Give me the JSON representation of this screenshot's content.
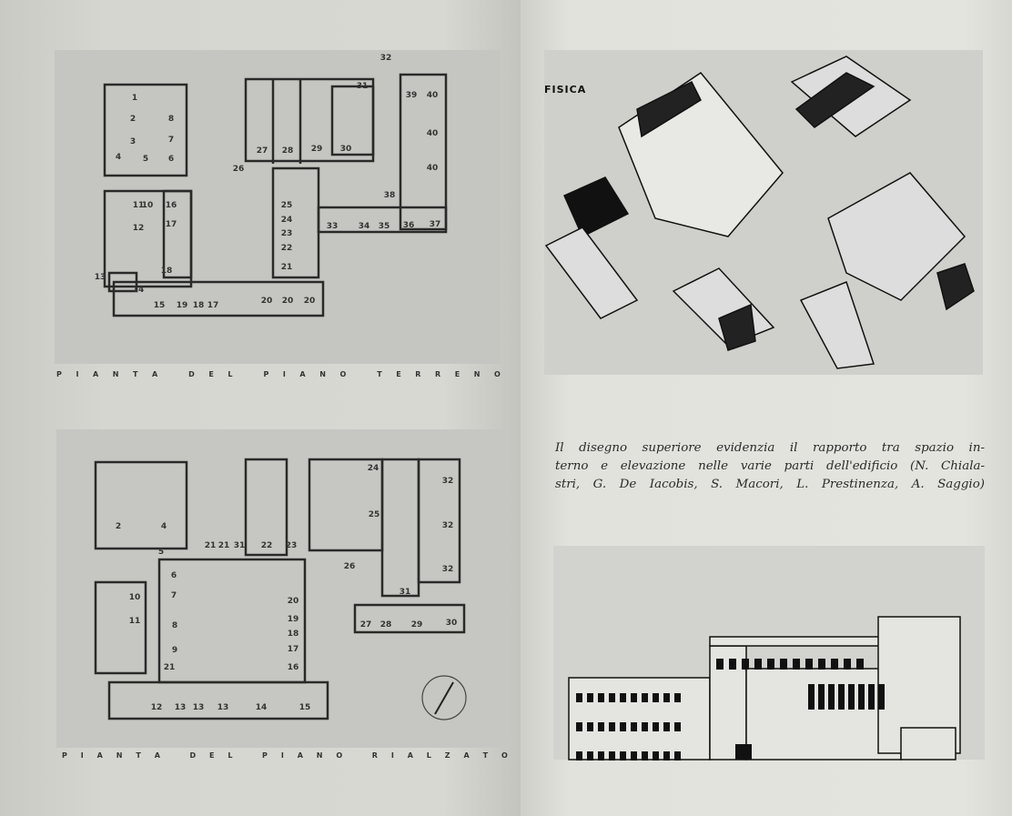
{
  "left_page": {
    "plan_top": {
      "caption": "PIANTA DEL PIANO TERRENO",
      "room_numbers": [
        "1",
        "2",
        "8",
        "3",
        "7",
        "4",
        "5",
        "6",
        "11",
        "10",
        "16",
        "12",
        "17",
        "18",
        "13",
        "14",
        "15",
        "19",
        "18",
        "17",
        "20",
        "20",
        "20",
        "21",
        "22",
        "23",
        "24",
        "25",
        "26",
        "27",
        "28",
        "29",
        "30",
        "31",
        "32",
        "33",
        "34",
        "35",
        "36",
        "37",
        "38",
        "39",
        "40",
        "40",
        "40"
      ]
    },
    "plan_bottom": {
      "caption": "PIANTA DEL PIANO RIALZATO",
      "room_numbers": [
        "2",
        "4",
        "5",
        "21",
        "21",
        "31",
        "22",
        "23",
        "24",
        "25",
        "26",
        "31",
        "32",
        "32",
        "32",
        "6",
        "7",
        "10",
        "11",
        "8",
        "9",
        "21",
        "20",
        "19",
        "18",
        "17",
        "16",
        "12",
        "13",
        "13",
        "13",
        "14",
        "15",
        "27",
        "28",
        "29",
        "30"
      ]
    }
  },
  "right_page": {
    "axonometric_label": "FISICA",
    "caption_lines": [
      "Il disegno superiore evidenzia il rapporto tra spazio in-",
      "terno e elevazione nelle varie parti dell'edificio (N. Chiala-",
      "stri, G. De Iacobis, S. Macori, L. Prestinenza, A. Saggio)"
    ]
  },
  "colors": {
    "plate": "#c6c6c2",
    "ink": "#1a1a1a",
    "paper_left": "#d6d6d0",
    "paper_right": "#e3e3dd"
  }
}
